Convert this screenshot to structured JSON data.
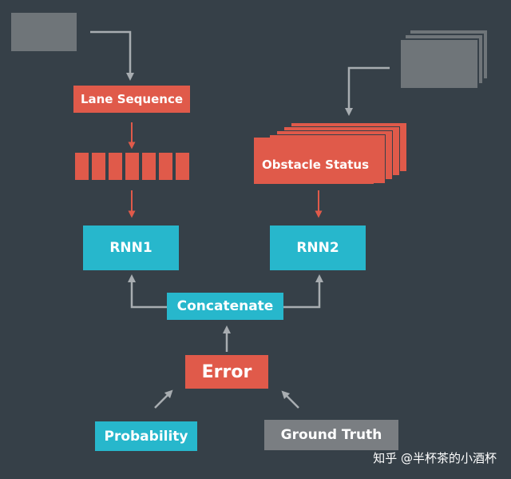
{
  "nodes": {
    "lane_sequence": "Lane Sequence",
    "obstacle_status": "Obstacle Status",
    "rnn1": "RNN1",
    "rnn2": "RNN2",
    "concatenate": "Concatenate",
    "error": "Error",
    "probability": "Probability",
    "ground_truth": "Ground Truth"
  },
  "watermark": "知乎 @半杯茶的小酒杯",
  "colors": {
    "background": "#364048",
    "red_node": "#e05a4a",
    "cyan_node": "#27b7cc",
    "gray_node": "#7a7e82",
    "placeholder": "#6f7579",
    "wire_gray": "#a8adb1",
    "wire_red": "#e05a4a"
  }
}
